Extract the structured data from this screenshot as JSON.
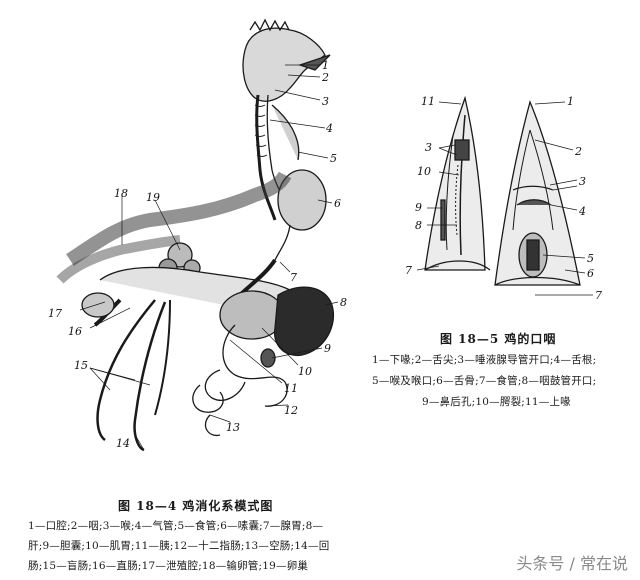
{
  "figure_left": {
    "title": "图 18—4   鸡消化系模式图",
    "legend_lines": [
      "1—口腔;2—咽;3—喉;4—气管;5—食管;6—嗉囊;7—腺胃;8—",
      "肝;9—胆囊;10—肌胃;11—胰;12—十二指肠;13—空肠;14—回",
      "肠;15—盲肠;16—直肠;17—泄殖腔;18—输卵管;19—卵巢"
    ],
    "labels": [
      "1",
      "2",
      "3",
      "4",
      "5",
      "6",
      "7",
      "8",
      "9",
      "10",
      "11",
      "12",
      "13",
      "14",
      "15",
      "16",
      "17",
      "18",
      "19"
    ]
  },
  "figure_right": {
    "title": "图 18—5   鸡的口咽",
    "legend_lines": [
      "1—下喙;2—舌尖;3—唾液腺导管开口;4—舌根;",
      "5—喉及喉口;6—舌骨;7—食管;8—咽鼓管开口;",
      "9—鼻后孔;10—腭裂;11—上喙"
    ],
    "labels_left": [
      "11",
      "3",
      "10",
      "9",
      "8",
      "7"
    ],
    "labels_right": [
      "1",
      "2",
      "3",
      "4",
      "5",
      "6",
      "7"
    ]
  },
  "watermark": {
    "text": "头条号 / 常在说"
  }
}
